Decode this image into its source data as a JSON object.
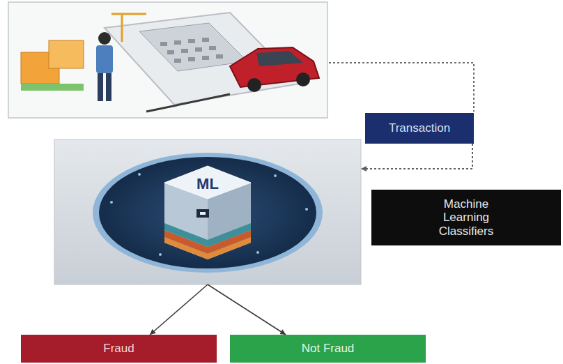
{
  "diagram": {
    "nodes": [
      {
        "text": [
          "Transaction"
        ]
      },
      {
        "text": [
          "ML"
        ]
      },
      {
        "text": [
          "Machine Learning Classifiers"
        ]
      },
      {
        "text": [
          "Fraud"
        ]
      },
      {
        "text": [
          "Not Fraud"
        ]
      }
    ],
    "edges": [
      {
        "from": 0,
        "to": 1,
        "arrow": "to"
      },
      {
        "from": 1,
        "to": 3,
        "arrow": "to"
      },
      {
        "from": 1,
        "to": 4,
        "arrow": "to"
      }
    ]
  }
}
